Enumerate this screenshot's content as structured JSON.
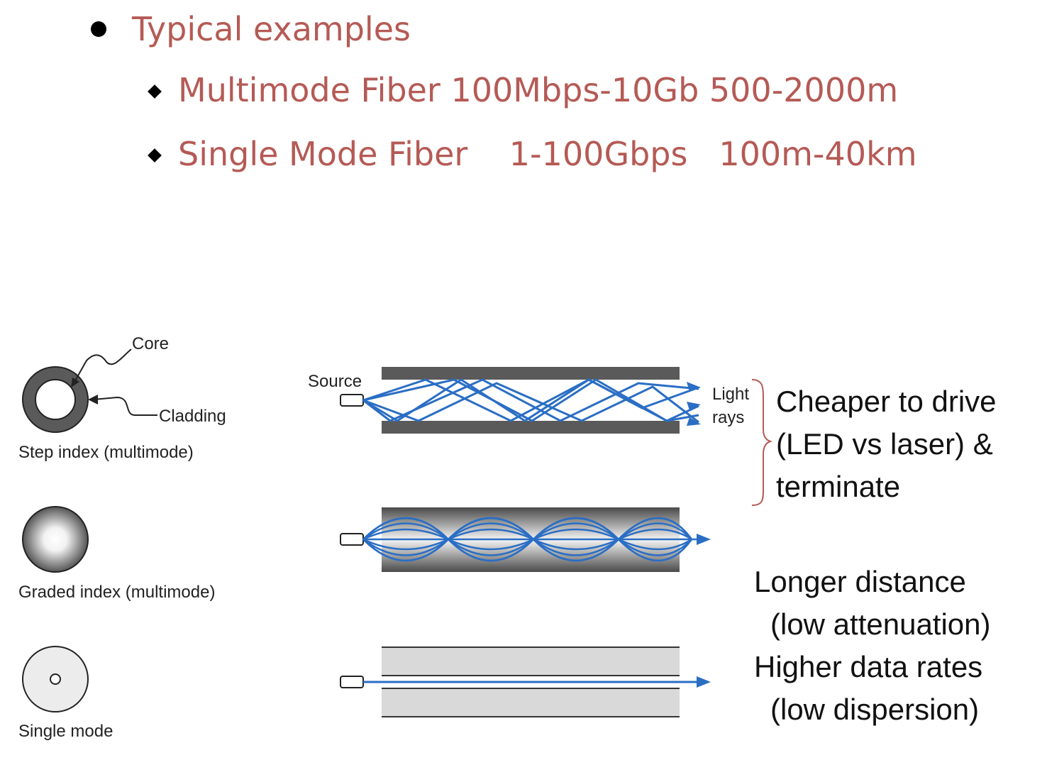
{
  "bullets": {
    "main": "Typical examples",
    "sub1": "Multimode Fiber 100Mbps-10Gb 500-2000m",
    "sub2": "Single Mode Fiber    1-100Gbps   100m-40km"
  },
  "labels": {
    "core": "Core",
    "cladding": "Cladding",
    "step_index": "Step index (multimode)",
    "graded_index": "Graded index (multimode)",
    "single_mode": "Single mode",
    "source": "Source",
    "light": "Light",
    "rays": "rays"
  },
  "notes": {
    "cheaper_1": "Cheaper to drive",
    "cheaper_2": "(LED vs laser) &",
    "cheaper_3": "terminate",
    "longer_1": "Longer distance",
    "longer_2": "(low attenuation)",
    "higher_1": "Higher data rates",
    "higher_2": "(low dispersion)"
  },
  "colors": {
    "bullet_text": "#b55a55",
    "ray_blue": "#2a6ec4",
    "cladding_dark": "#555555",
    "cladding_light": "#d9d9d9",
    "brace": "#b55a55"
  }
}
